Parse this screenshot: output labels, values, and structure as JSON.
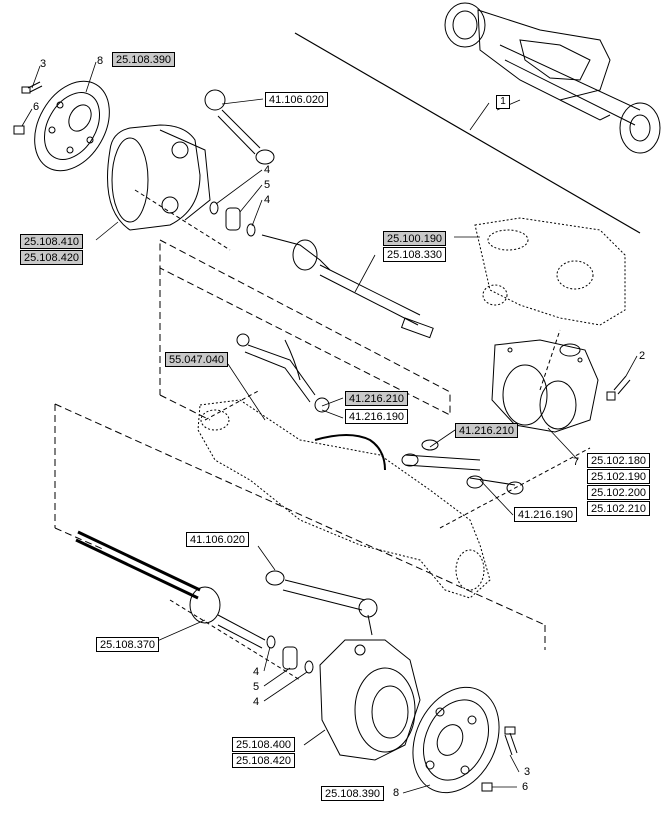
{
  "refs": {
    "r1": "25.108.390",
    "r2": "41.106.020",
    "r3": "25.108.410",
    "r4": "25.108.420",
    "r5": "25.100.190",
    "r6": "25.108.330",
    "r7": "55.047.040",
    "r8": "41.216.210",
    "r9": "41.216.190",
    "r10": "41.216.210",
    "r11": "25.102.180",
    "r12": "25.102.190",
    "r13": "25.102.200",
    "r14": "25.102.210",
    "r15": "41.216.190",
    "r16": "41.106.020",
    "r17": "25.108.370",
    "r18": "25.108.400",
    "r19": "25.108.420",
    "r20": "25.108.390"
  },
  "callouts": {
    "c1": "3",
    "c2": "8",
    "c3": "6",
    "c4": "4",
    "c5": "5",
    "c6": "4",
    "c7": "1",
    "c8": "2",
    "c9": "7",
    "c10": "4",
    "c11": "5",
    "c12": "4",
    "c13": "3",
    "c14": "8",
    "c15": "6"
  }
}
